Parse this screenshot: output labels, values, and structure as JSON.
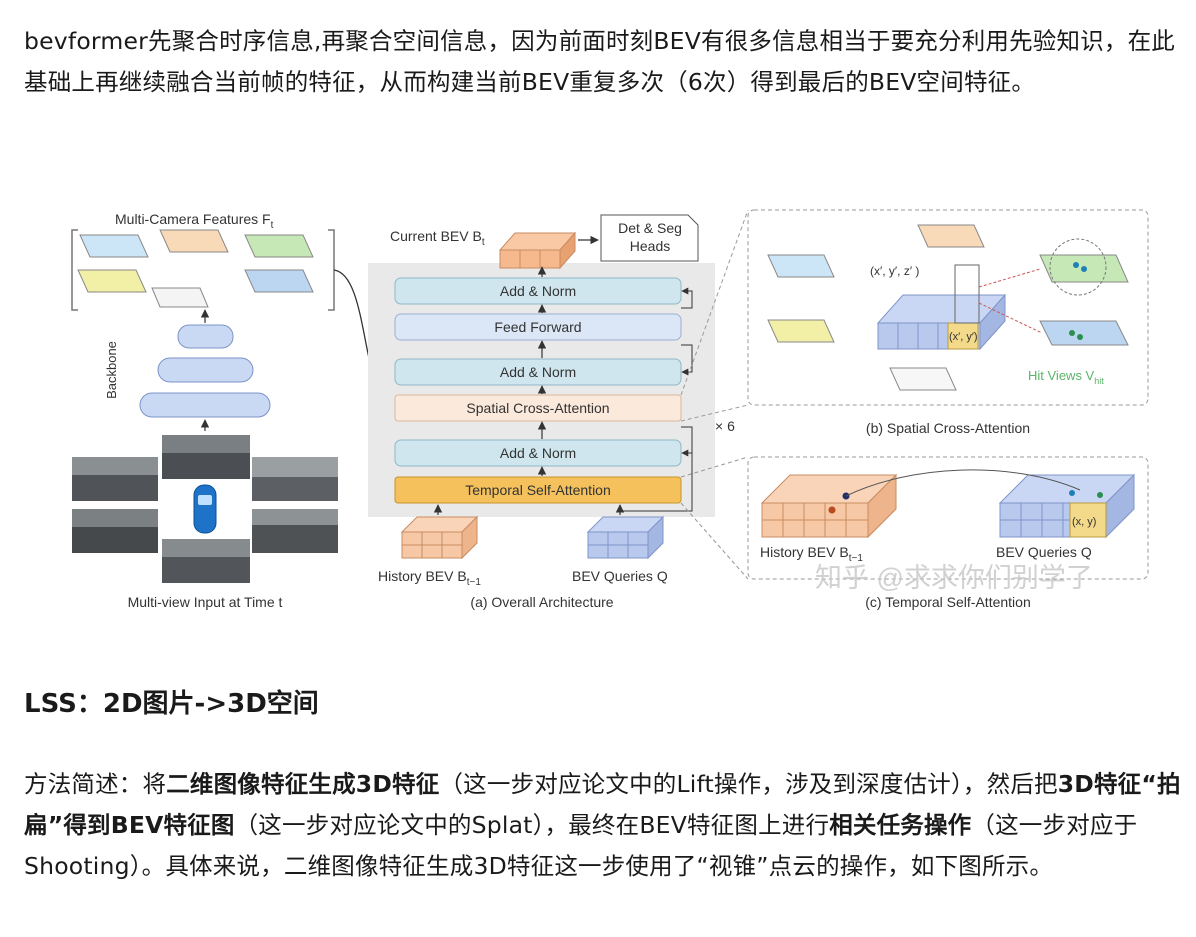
{
  "article": {
    "paragraph1": "bevformer先聚合时序信息,再聚合空间信息，因为前面时刻BEV有很多信息相当于要充分利用先验知识，在此基础上再继续融合当前帧的特征，从而构建当前BEV重复多次（6次）得到最后的BEV空间特征。",
    "heading": "LSS：2D图片->3D空间",
    "paragraph2": {
      "t1": "方法简述：将",
      "b1": "二维图像特征生成3D特征",
      "t2": "（这一步对应论文中的Lift操作，涉及到深度估计），然后把",
      "b2": "3D特征“拍扁”得到BEV特征图",
      "t3": "（这一步对应论文中的Splat），最终在BEV特征图上进行",
      "b3": "相关任务操作",
      "t4": "（这一步对应于Shooting）。具体来说，二维图像特征生成3D特征这一步使用了“视锥”点云的操作，如下图所示。"
    }
  },
  "figure": {
    "multi_camera_label": "Multi-Camera Features F",
    "multi_camera_sub": "t",
    "backbone_label": "Backbone",
    "multiview_caption": "Multi-view Input at Time t",
    "current_bev_label": "Current BEV B",
    "current_bev_sub": "t",
    "det_seg_line1": "Det & Seg",
    "det_seg_line2": "Heads",
    "add_norm_1": "Add & Norm",
    "feed_forward": "Feed Forward",
    "add_norm_2": "Add & Norm",
    "spatial_cross_attention": "Spatial Cross-Attention",
    "add_norm_3": "Add & Norm",
    "temporal_self_attention": "Temporal Self-Attention",
    "repeat_label": "× 6",
    "history_bev_label": "History BEV B",
    "history_bev_sub": "t−1",
    "bev_queries_label": "BEV Queries Q",
    "caption_a": "(a) Overall Architecture",
    "xyz_label": "(x′, y′, z′ )",
    "xy_prime_label": "(x′, y′)",
    "hit_views_label": "Hit Views V",
    "hit_views_sub": "hit",
    "caption_b": "(b) Spatial Cross-Attention",
    "history_bev_c_label": "History BEV B",
    "history_bev_c_sub": "t−1",
    "bev_queries_c_label": "BEV Queries Q",
    "xy_label": "(x, y)",
    "caption_c": "(c) Temporal Self-Attention",
    "watermark": "知乎 @求求你们别学了"
  },
  "colors": {
    "block_blue": "#cfe6ee",
    "spatial_block": "#fbe9dc",
    "temporal_block": "#f4c15c",
    "bev_orange": "#f6c8a6",
    "bev_blue": "#b9c9ee",
    "feature_green": "#c6e8b6",
    "feature_yellow": "#f2f0a6",
    "hit_green": "#5bb36a"
  }
}
